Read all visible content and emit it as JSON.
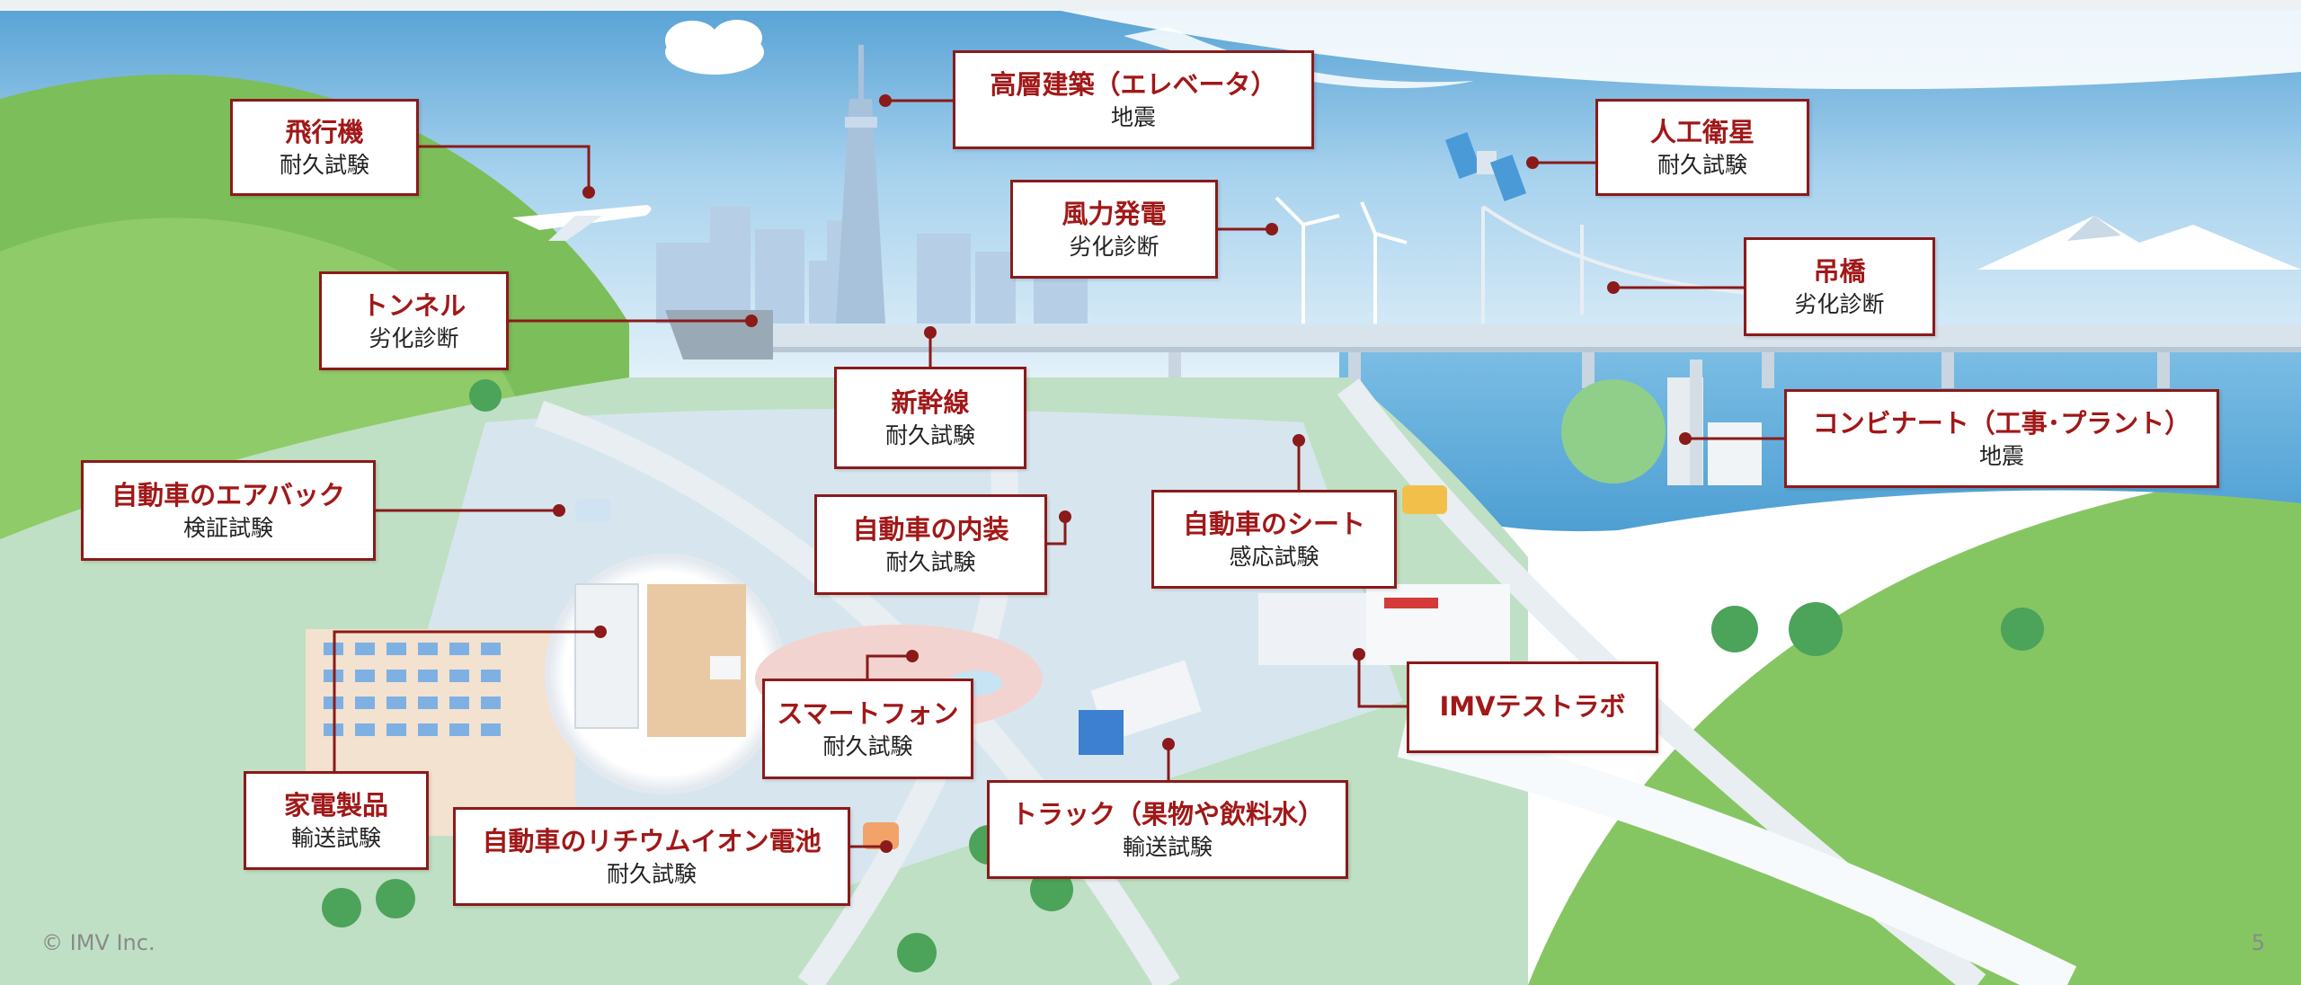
{
  "callouts": [
    {
      "title": "飛行機",
      "sub": "耐久試験"
    },
    {
      "title": "高層建築（エレベータ）",
      "sub": "地震"
    },
    {
      "title": "人工衛星",
      "sub": "耐久試験"
    },
    {
      "title": "風力発電",
      "sub": "劣化診断"
    },
    {
      "title": "吊橋",
      "sub": "劣化診断"
    },
    {
      "title": "トンネル",
      "sub": "劣化診断"
    },
    {
      "title": "新幹線",
      "sub": "耐久試験"
    },
    {
      "title": "コンビナート（工事･プラント）",
      "sub": "地震"
    },
    {
      "title": "自動車のエアバック",
      "sub": "検証試験"
    },
    {
      "title": "自動車の内装",
      "sub": "耐久試験"
    },
    {
      "title": "自動車のシート",
      "sub": "感応試験"
    },
    {
      "title": "IMVテストラボ",
      "sub": ""
    },
    {
      "title": "スマートフォン",
      "sub": "耐久試験"
    },
    {
      "title": "トラック（果物や飲料水）",
      "sub": "輸送試験"
    },
    {
      "title": "家電製品",
      "sub": "輸送試験"
    },
    {
      "title": "自動車のリチウムイオン電池",
      "sub": "耐久試験"
    }
  ],
  "footer": {
    "copyright": "© IMV Inc.",
    "page": "5"
  }
}
